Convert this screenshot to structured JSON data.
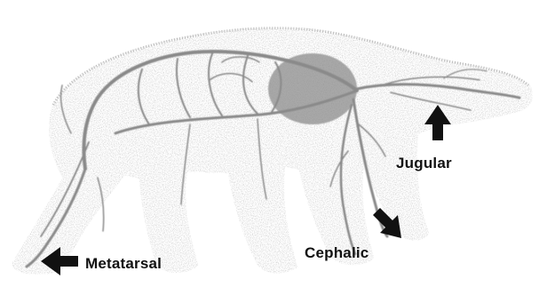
{
  "labels": {
    "jugular": "Jugular",
    "cephalic": "Cephalic",
    "metatarsal": "Metatarsal"
  },
  "colors": {
    "background": "#ffffff",
    "body_stipple": "#c8c8c8",
    "vessel": "#8a8a8a",
    "heart": "#777777",
    "arrow": "#111111",
    "text": "#111111"
  },
  "icons": {
    "jugular_arrow": "arrow-up-icon",
    "cephalic_arrow": "arrow-down-right-icon",
    "metatarsal_arrow": "arrow-left-icon"
  }
}
